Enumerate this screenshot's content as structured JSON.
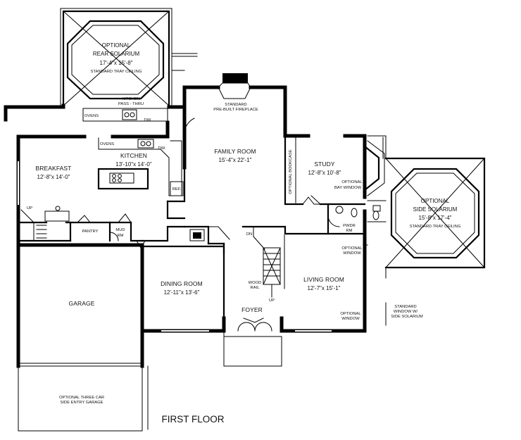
{
  "plan": {
    "floor_title": "FIRST FLOOR",
    "rooms": {
      "rear_solarium": {
        "line1": "OPTIONAL",
        "line2": "REAR SOLARIUM",
        "dims": "17'-4\"x 15'-8\"",
        "note": "STANDARD TRAY CEILING"
      },
      "family_room": {
        "name": "FAMILY ROOM",
        "dims": "15'-4\"x 22'-1\""
      },
      "kitchen": {
        "name": "KITCHEN",
        "dims": "13'-10\"x 14'-0\""
      },
      "breakfast": {
        "name": "BREAKFAST",
        "dims": "12'-8\"x 14'-0\""
      },
      "study": {
        "name": "STUDY",
        "dims": "12'-8\"x 10'-8\""
      },
      "side_solarium": {
        "line1": "OPTIONAL",
        "line2": "SIDE SOLARIUM",
        "dims": "15'-8\"x 17'-4\"",
        "note": "STANDARD TRAY CEILING"
      },
      "dining_room": {
        "name": "DINING ROOM",
        "dims": "12'-11\"x 13'-6\""
      },
      "living_room": {
        "name": "LIVING ROOM",
        "dims": "12'-7\"x 15'-1\""
      },
      "garage": {
        "name": "GARAGE"
      },
      "foyer": {
        "name": "FOYER"
      },
      "third_car": {
        "line1": "OPTIONAL THREE CAR",
        "line2": "SIDE ENTRY GARAGE"
      }
    },
    "labels": {
      "kitchen_pass_thru_1": "KITCHEN",
      "kitchen_pass_thru_2": "PASS - THRU",
      "ovens_top": "OVENS",
      "dw_top": "DW.",
      "fireplace_1": "STANDARD",
      "fireplace_2": "PRE-BUILT FIREPLACE",
      "ovens": "OVENS",
      "dw": "DW.",
      "ref": "REF.",
      "optional_bookcase": "OPTIONAL BOOKCASE",
      "bay_window_1": "OPTIONAL",
      "bay_window_2": "BAY WINDOW",
      "pwdr_1": "PWDR",
      "pwdr_2": "RM",
      "up_stair": "UP",
      "pantry": "PANTRY",
      "mud_1": "MUD",
      "mud_2": "RM",
      "dn_stair": "DN",
      "wood_rail_1": "WOOD",
      "wood_rail_2": "RAIL",
      "up_main": "UP",
      "opt_window_1a": "OPTIONAL",
      "opt_window_1b": "WINDOW",
      "opt_window_2a": "OPTIONAL",
      "opt_window_2b": "WINDOW",
      "std_window_1": "STANDARD",
      "std_window_2": "WINDOW W/",
      "std_window_3": "SIDE SOLARIUM"
    }
  }
}
